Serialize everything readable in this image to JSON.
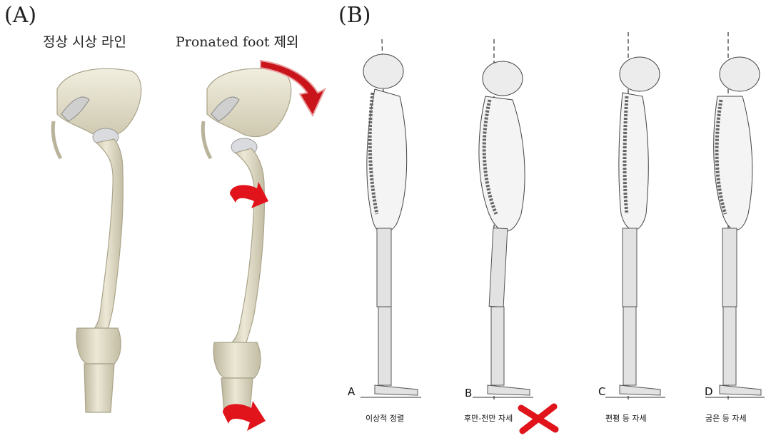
{
  "panel_a": {
    "label": "(A)",
    "left_caption": "정상 시상 라인",
    "right_caption": "Pronated foot 제외"
  },
  "panel_b": {
    "label": "(B)",
    "figures": [
      {
        "letter": "A",
        "caption": "이상적 정렬"
      },
      {
        "letter": "B",
        "caption": "후만-전만 자세",
        "marked_wrong": true
      },
      {
        "letter": "C",
        "caption": "편평 등 자세"
      },
      {
        "letter": "D",
        "caption": "굽은 등 자세"
      }
    ]
  },
  "colors": {
    "bone": "#e6e1cc",
    "bone_shadow": "#b9b39b",
    "arrow_red": "#d7141a",
    "line": "#333333"
  }
}
